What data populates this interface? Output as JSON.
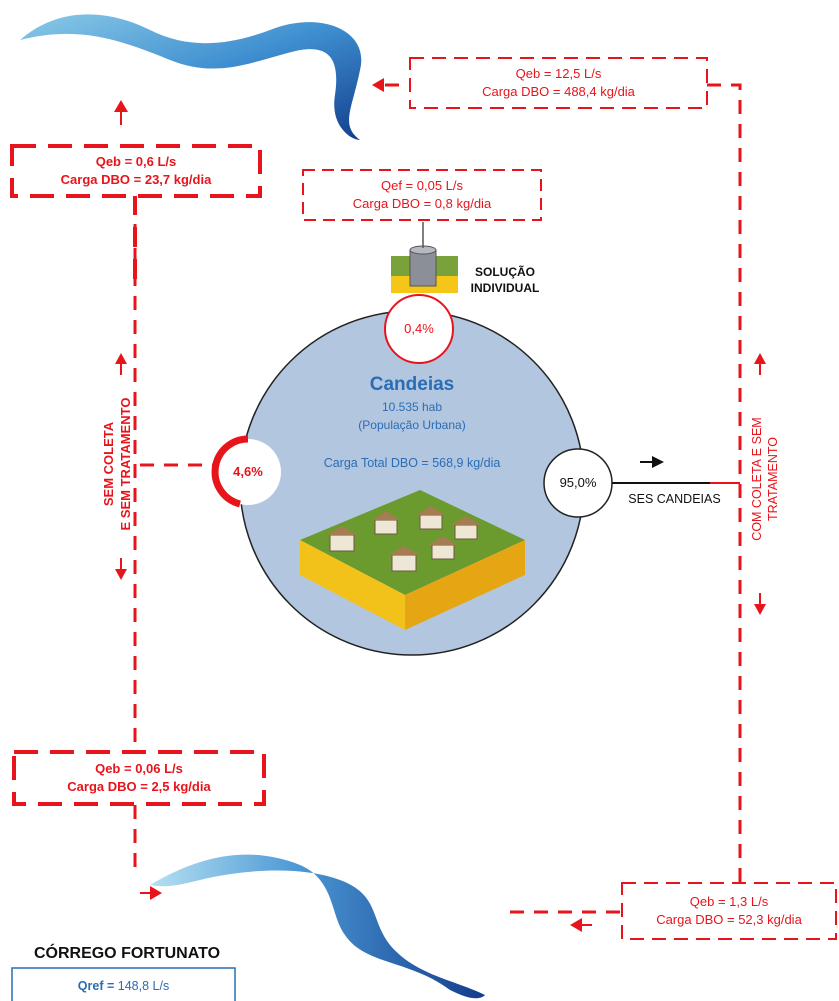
{
  "colors": {
    "accent_red": "#e8141c",
    "city_blue": "#2a6db5",
    "circle_fill": "#b3c6e0",
    "river_blue": "#1f63b4"
  },
  "boxes": {
    "top_right": {
      "line1": "Qeb = 12,5 L/s",
      "line2": "Carga DBO = 488,4 kg/dia"
    },
    "top_left": {
      "line1": "Qeb = 0,6 L/s",
      "line2": "Carga DBO = 23,7 kg/dia"
    },
    "individual": {
      "line1": "Qef = 0,05 L/s",
      "line2": "Carga DBO = 0,8 kg/dia"
    },
    "bottom_left": {
      "line1": "Qeb = 0,06 L/s",
      "line2": "Carga DBO = 2,5 kg/dia"
    },
    "bottom_right": {
      "line1": "Qeb = 1,3 L/s",
      "line2": "Carga DBO = 52,3 kg/dia"
    }
  },
  "individual_solution": {
    "line1": "SOLUÇÃO",
    "line2": "INDIVIDUAL",
    "percent": "0,4%"
  },
  "city": {
    "name": "Candeias",
    "population": "10.535 hab",
    "population_note": "(População Urbana)",
    "total_load": "Carga Total DBO = 568,9 kg/dia"
  },
  "no_collection": {
    "percent": "4,6%",
    "line1": "SEM COLETA",
    "line2": "E SEM TRATAMENTO"
  },
  "ses": {
    "percent": "95,0%",
    "label": "SES CANDEIAS",
    "line1": "COM COLETA E SEM",
    "line2": "TRATAMENTO"
  },
  "stream": {
    "name": "CÓRREGO FORTUNATO",
    "flow_label": "Qref =",
    "flow_value": "148,8 L/s"
  }
}
